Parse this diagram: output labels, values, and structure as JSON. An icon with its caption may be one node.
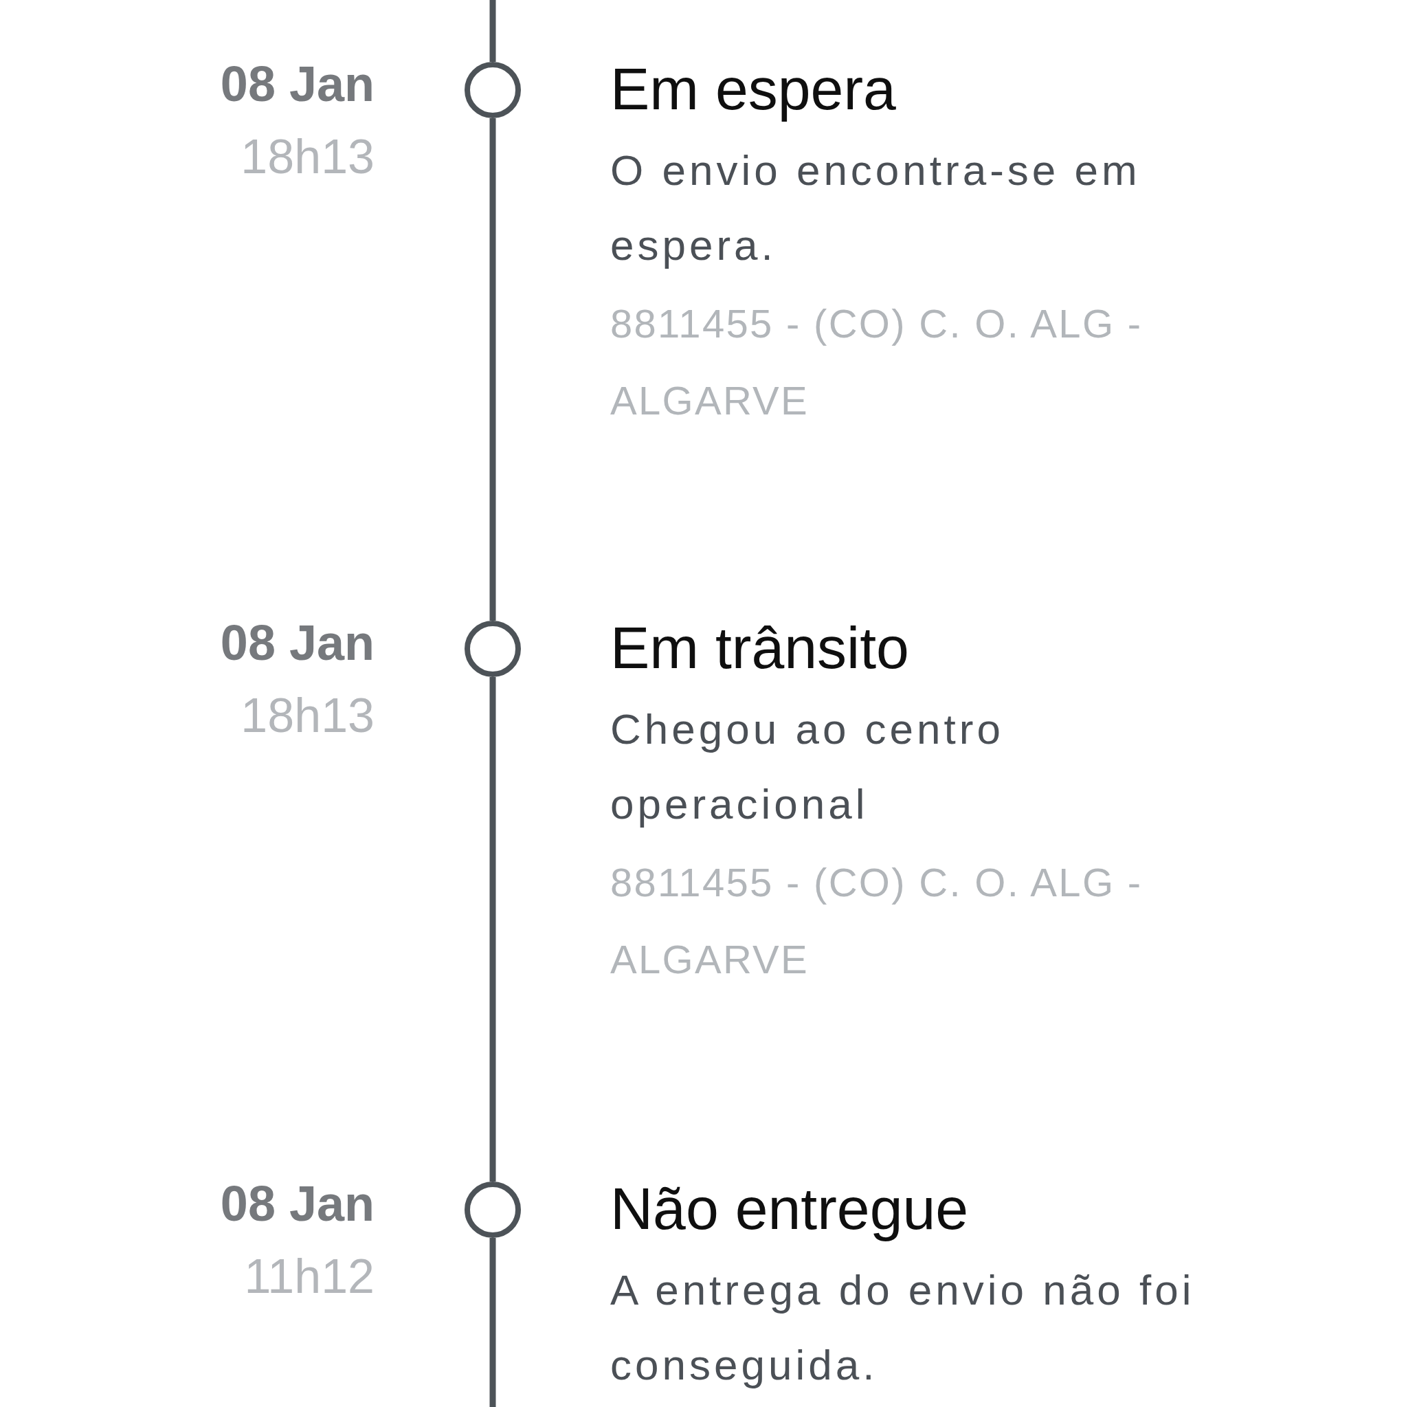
{
  "diagram": {
    "nodes": [
      {
        "text": [],
        "shape": "circle",
        "beside": [
          "08 Jan",
          "18h13",
          "Em espera",
          "O envio encontra-se em espera.",
          "8811455 - (CO) C. O. ALG - ALGARVE"
        ]
      },
      {
        "text": [],
        "shape": "circle",
        "beside": [
          "08 Jan",
          "18h13",
          "Em trânsito",
          "Chegou ao centro operacional",
          "8811455 - (CO) C. O. ALG - ALGARVE"
        ]
      },
      {
        "text": [],
        "shape": "circle",
        "beside": [
          "08 Jan",
          "11h12",
          "Não entregue",
          "A entrega do envio não foi conseguida."
        ]
      }
    ],
    "edges": [
      {
        "from": null,
        "to": 0,
        "arrow": "none"
      },
      {
        "from": 0,
        "to": 1,
        "arrow": "none"
      },
      {
        "from": 1,
        "to": 2,
        "arrow": "none"
      },
      {
        "from": 2,
        "to": null,
        "arrow": "none"
      }
    ]
  }
}
